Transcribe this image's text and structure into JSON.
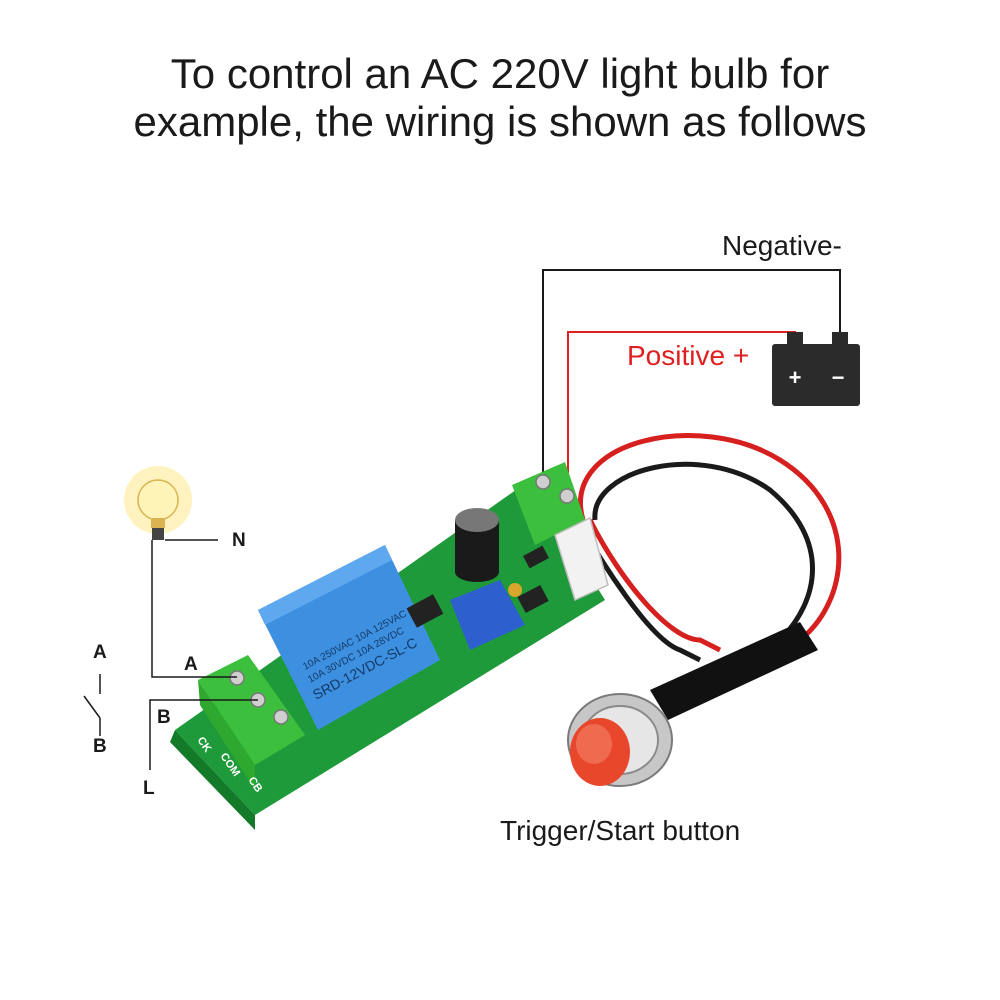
{
  "title": {
    "line1": "To control an AC 220V light bulb for",
    "line2": "example, the wiring is shown as follows"
  },
  "labels": {
    "negative": "Negative-",
    "positive": "Positive +",
    "trigger": "Trigger/Start button",
    "n": "N",
    "a_wire": "A",
    "b_wire": "B",
    "l": "L",
    "switch_a": "A",
    "switch_b": "B"
  },
  "battery": {
    "plus": "+",
    "minus": "−"
  },
  "relay": {
    "line1": "10A 250VAC  10A 125VAC",
    "line2": "10A 30VDC  10A 28VDC",
    "model": "SRD-12VDC-SL-C"
  },
  "terminals": {
    "nc": "CK",
    "com": "COM",
    "no": "CB"
  },
  "colors": {
    "negative_wire": "#1a1a1a",
    "positive_wire": "#e02020",
    "pcb": "#1f9a3a",
    "terminal_block": "#3cbf3c",
    "relay": "#3d8fe0",
    "button_cap": "#e8472b",
    "bulb_glow": "#fde98a"
  },
  "icons": [
    "light-bulb-icon",
    "battery-icon",
    "switch-icon",
    "push-button-icon"
  ]
}
